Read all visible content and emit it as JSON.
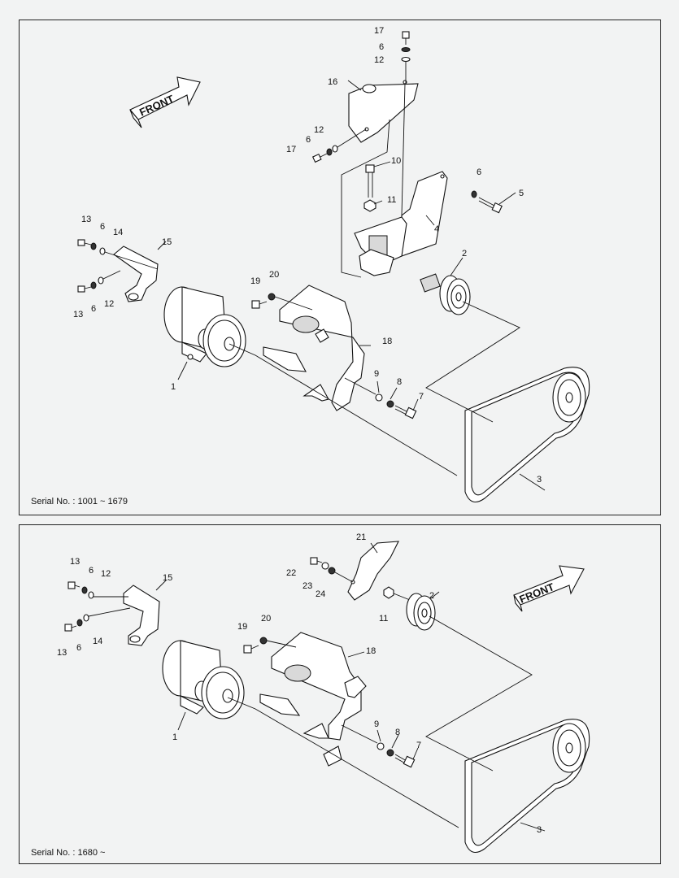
{
  "top": {
    "serial": "Serial No. : 1001 ~ 1679",
    "front_label": "FRONT",
    "callouts": {
      "c1": "1",
      "c2": "2",
      "c3": "3",
      "c4": "4",
      "c5": "5",
      "c6a": "6",
      "c6b": "6",
      "c6c": "6",
      "c6d": "6",
      "c6e": "6",
      "c7": "7",
      "c8": "8",
      "c9": "9",
      "c10": "10",
      "c11": "11",
      "c12a": "12",
      "c12b": "12",
      "c12c": "12",
      "c13a": "13",
      "c13b": "13",
      "c14": "14",
      "c15": "15",
      "c16": "16",
      "c17a": "17",
      "c17b": "17",
      "c18": "18",
      "c19": "19",
      "c20": "20"
    }
  },
  "bottom": {
    "serial": "Serial No. : 1680 ~",
    "front_label": "FRONT",
    "callouts": {
      "c1": "1",
      "c2": "2",
      "c3": "3",
      "c6a": "6",
      "c6b": "6",
      "c7": "7",
      "c8": "8",
      "c9": "9",
      "c11": "11",
      "c12": "12",
      "c13a": "13",
      "c13b": "13",
      "c14": "14",
      "c15": "15",
      "c18": "18",
      "c19": "19",
      "c20": "20",
      "c21": "21",
      "c22": "22",
      "c23": "23",
      "c24": "24"
    }
  }
}
